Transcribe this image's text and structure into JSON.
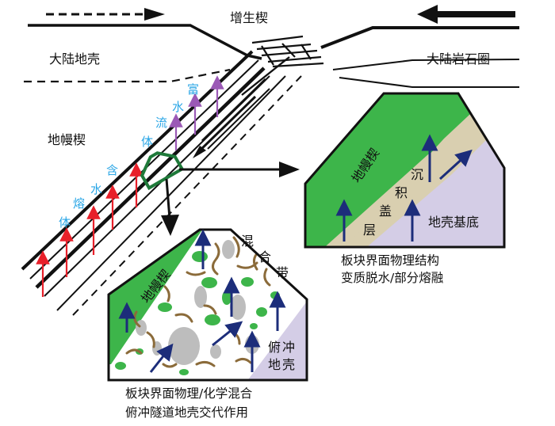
{
  "labels": {
    "accretionary_wedge": "增生楔",
    "continental_crust": "大陆地壳",
    "continental_lithosphere": "大陆岩石圈",
    "mantle_wedge": "地幔楔",
    "fluid_chars": [
      "流",
      "体"
    ],
    "rich_water_chars": [
      "富",
      "水"
    ],
    "melt_chars": [
      "熔",
      "体"
    ],
    "contain_water_chars": [
      "含",
      "水"
    ],
    "right_mantle_wedge": "地幔楔",
    "sediment_chars": [
      "层",
      "盖",
      "积",
      "沉"
    ],
    "crust_basement": "地壳基底",
    "right_caption_1": "板块界面物理结构",
    "right_caption_2": "变质脱水/部分熔融",
    "left_mantle_wedge": "地幔楔",
    "melange_chars": [
      "混",
      "合",
      "带"
    ],
    "subducting_crust_chars": [
      "俯",
      "冲",
      "地",
      "壳"
    ],
    "bottom_caption_1": "板块界面物理/化学混合",
    "bottom_caption_2": "俯冲隧道地壳交代作用"
  },
  "colors": {
    "mantle_green": "#3db54a",
    "sediment_tan": "#d9cfb0",
    "crust_lavender": "#d4cde6",
    "arrow_navy": "#1c2d7a",
    "arrow_red": "#e8202a",
    "arrow_purple": "#9b59b6",
    "label_blue": "#2aa6e6",
    "box_green": "#1f7a3a",
    "blob_gray": "#bdbdbd",
    "blob_brown": "#8b6b3a"
  }
}
